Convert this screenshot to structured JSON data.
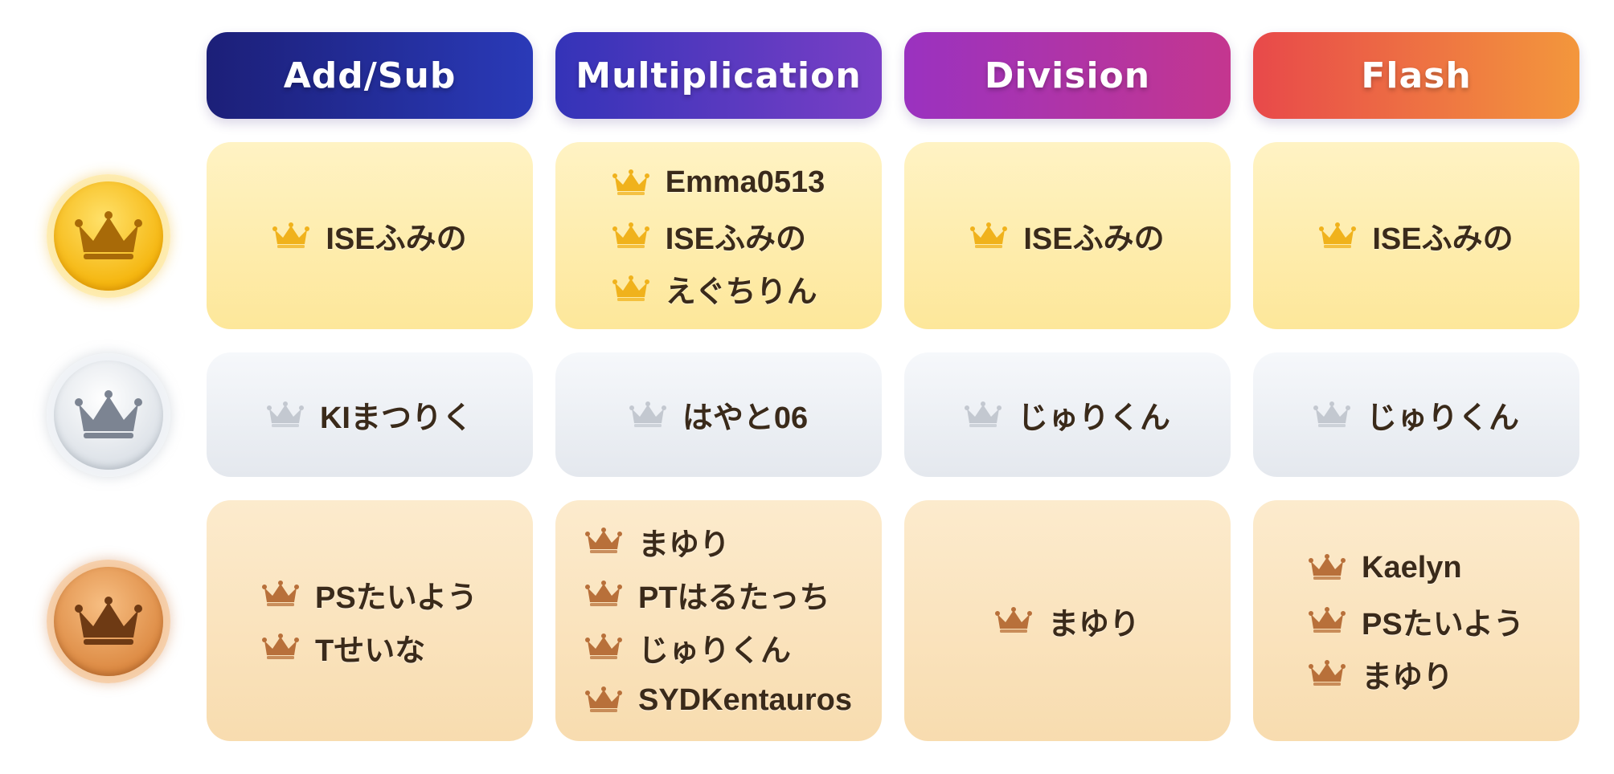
{
  "columns": [
    {
      "key": "addsub",
      "label": "Add/Sub"
    },
    {
      "key": "mult",
      "label": "Multiplication"
    },
    {
      "key": "div",
      "label": "Division"
    },
    {
      "key": "flash",
      "label": "Flash"
    }
  ],
  "rows": [
    {
      "tier": "gold",
      "medal_icon": "crown-icon",
      "colors": {
        "medal": "#f5b60f",
        "crown": "#a86a08",
        "name_crown": "#f0b21c"
      },
      "cells": [
        [
          "ISEふみの"
        ],
        [
          "Emma0513",
          "ISEふみの",
          "えぐちりん"
        ],
        [
          "ISEふみの"
        ],
        [
          "ISEふみの"
        ]
      ]
    },
    {
      "tier": "silver",
      "medal_icon": "crown-icon",
      "colors": {
        "medal": "#dde2e8",
        "crown": "#7c8492",
        "name_crown": "#c3c8d0"
      },
      "cells": [
        [
          "KIまつりく"
        ],
        [
          "はやと06"
        ],
        [
          "じゅりくん"
        ],
        [
          "じゅりくん"
        ]
      ]
    },
    {
      "tier": "bronze",
      "medal_icon": "crown-icon",
      "colors": {
        "medal": "#dd8b44",
        "crown": "#6e3a14",
        "name_crown": "#b8703a"
      },
      "cells": [
        [
          "PSたいよう",
          "Tせいな"
        ],
        [
          "まゆり",
          "PTはるたっち",
          "じゅりくん",
          "SYDKentauros"
        ],
        [
          "まゆり"
        ],
        [
          "Kaelyn",
          "PSたいよう",
          "まゆり"
        ]
      ]
    }
  ]
}
